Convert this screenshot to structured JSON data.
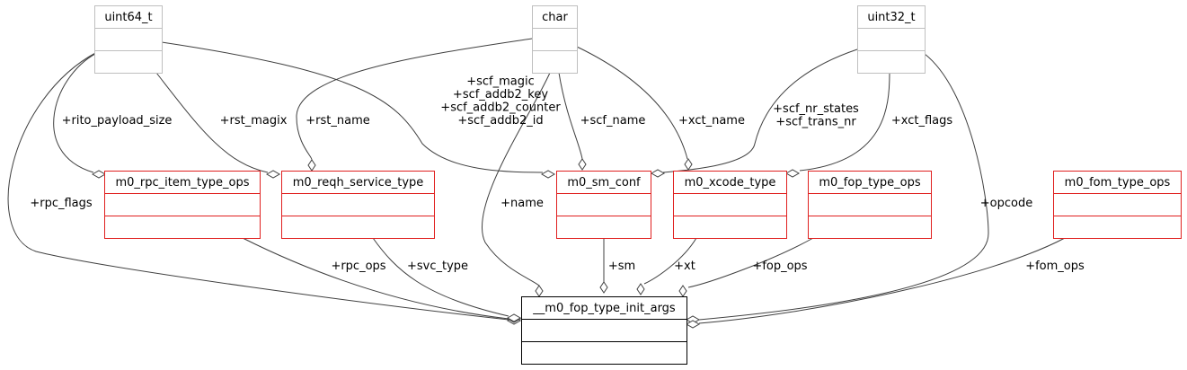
{
  "diagram": {
    "nodes": {
      "uint64": {
        "label": "uint64_t",
        "kind": "primitive"
      },
      "char": {
        "label": "char",
        "kind": "primitive"
      },
      "uint32": {
        "label": "uint32_t",
        "kind": "primitive"
      },
      "rpc_item_type_ops": {
        "label": "m0_rpc_item_type_ops",
        "kind": "struct"
      },
      "reqh_service_type": {
        "label": "m0_reqh_service_type",
        "kind": "struct"
      },
      "sm_conf": {
        "label": "m0_sm_conf",
        "kind": "struct"
      },
      "xcode_type": {
        "label": "m0_xcode_type",
        "kind": "struct"
      },
      "fop_type_ops": {
        "label": "m0_fop_type_ops",
        "kind": "struct"
      },
      "fom_type_ops": {
        "label": "m0_fom_type_ops",
        "kind": "struct"
      },
      "init_args": {
        "label": "__m0_fop_type_init_args",
        "kind": "focus"
      }
    },
    "edge_labels": {
      "rito_payload_size": [
        "+rito_payload_size"
      ],
      "rst_magix": [
        "+rst_magix"
      ],
      "rst_name": [
        "+rst_name"
      ],
      "scf_fields": [
        "+scf_magic",
        "+scf_addb2_key",
        "+scf_addb2_counter",
        "+scf_addb2_id"
      ],
      "scf_name": [
        "+scf_name"
      ],
      "xct_name": [
        "+xct_name"
      ],
      "scf_nr": [
        "+scf_nr_states",
        "+scf_trans_nr"
      ],
      "xct_flags": [
        "+xct_flags"
      ],
      "rpc_flags": [
        "+rpc_flags"
      ],
      "name": [
        "+name"
      ],
      "opcode": [
        "+opcode"
      ],
      "rpc_ops": [
        "+rpc_ops"
      ],
      "svc_type": [
        "+svc_type"
      ],
      "sm": [
        "+sm"
      ],
      "xt": [
        "+xt"
      ],
      "fop_ops": [
        "+fop_ops"
      ],
      "fom_ops": [
        "+fom_ops"
      ]
    },
    "colors": {
      "primitive_border": "#bfbfbf",
      "struct_border": "#e0201f",
      "focus_border": "#000000",
      "focus_fill": "#bfbfbf",
      "edge": "#404040"
    }
  }
}
